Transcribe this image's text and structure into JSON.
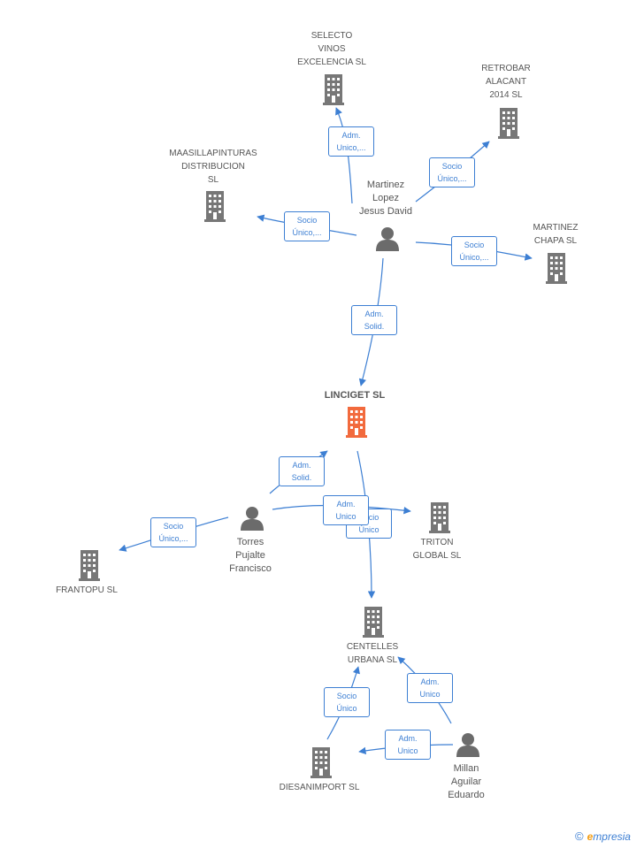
{
  "colors": {
    "edge": "#3d7fd3",
    "building": "#777777",
    "center_building": "#f26a3d",
    "person": "#6b6b6b"
  },
  "nodes": [
    {
      "id": "selecto",
      "type": "company",
      "label": "SELECTO\nVINOS\nEXCELENCIA  SL"
    },
    {
      "id": "retrobar",
      "type": "company",
      "label": "RETROBAR\nALACANT\n2014  SL"
    },
    {
      "id": "maasilla",
      "type": "company",
      "label": "MAASILLAPINTURAS\nDISTRIBUCION\nSL"
    },
    {
      "id": "martinez_chapa",
      "type": "company",
      "label": "MARTINEZ\nCHAPA  SL"
    },
    {
      "id": "martinez_lopez",
      "type": "person",
      "label": "Martinez\nLopez\nJesus David"
    },
    {
      "id": "linciget",
      "type": "center",
      "label": "LINCIGET SL"
    },
    {
      "id": "torres",
      "type": "person",
      "label": "Torres\nPujalte\nFrancisco"
    },
    {
      "id": "triton",
      "type": "company",
      "label": "TRITON\nGLOBAL  SL"
    },
    {
      "id": "frantopu",
      "type": "company",
      "label": "FRANTOPU  SL"
    },
    {
      "id": "centelles",
      "type": "company",
      "label": "CENTELLES\nURBANA SL"
    },
    {
      "id": "diesanimport",
      "type": "company",
      "label": "DIESANIMPORT SL"
    },
    {
      "id": "millan",
      "type": "person",
      "label": "Millan\nAguilar\nEduardo"
    }
  ],
  "relations": [
    {
      "label": "Adm.\nUnico,..."
    },
    {
      "label": "Socio\nÚnico,..."
    },
    {
      "label": "Socio\nÚnico,..."
    },
    {
      "label": "Socio\nÚnico,..."
    },
    {
      "label": "Adm.\nSolid."
    },
    {
      "label": "Adm.\nSolid."
    },
    {
      "label": "Socio\nÚnico,..."
    },
    {
      "label": "Socio\nÚnico"
    },
    {
      "label": "Adm.\nUnico"
    },
    {
      "label": "Adm.\nUnico"
    },
    {
      "label": "Socio\nÚnico"
    },
    {
      "label": "Adm.\nUnico"
    }
  ],
  "footer": {
    "copyright_symbol": "©",
    "brand_initial": "e",
    "brand_rest": "mpresia"
  }
}
